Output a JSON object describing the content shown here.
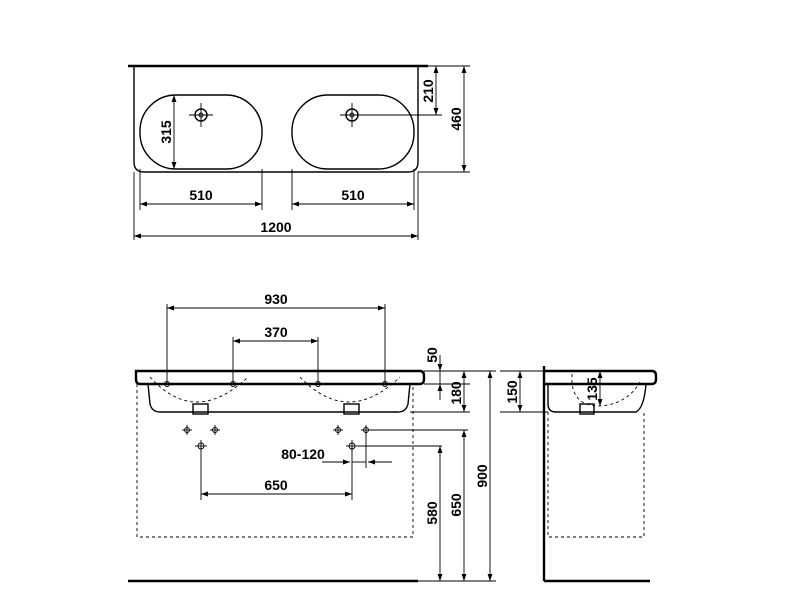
{
  "top_view": {
    "hole_offset": "210",
    "depth": "460",
    "bowl_depth": "315",
    "bowl_width_left": "510",
    "bowl_width_right": "510",
    "total_width": "1200"
  },
  "front_view": {
    "outer_tap_spacing": "930",
    "inner_tap_spacing": "370",
    "rim_thickness": "50",
    "basin_height": "180",
    "waste_offset": "80-120",
    "waste_spacing": "650",
    "height_580": "580",
    "height_650": "650",
    "height_900": "900"
  },
  "side_view": {
    "basin_height": "150",
    "bowl_depth": "135"
  }
}
